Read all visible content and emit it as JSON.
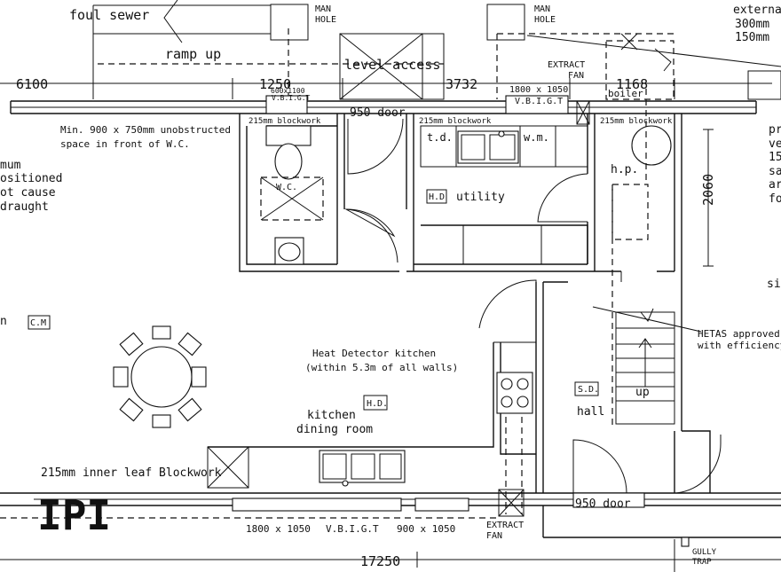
{
  "watermark": "IPI",
  "labels": {
    "foul_sewer": "foul sewer",
    "manhole_1": [
      "MAN",
      "HOLE"
    ],
    "manhole_2": [
      "MAN",
      "HOLE"
    ],
    "ramp_up": "ramp up",
    "level_access": "level access",
    "extract_fan_top": [
      "EXTRACT",
      "FAN"
    ],
    "boiler": "boiler",
    "external_note": [
      "externa",
      "300mm",
      "150mm"
    ],
    "dim_6100": "6100",
    "dim_1250": "1250",
    "dim_3732": "3732",
    "dim_1168": "1168",
    "dim_2060": "2060",
    "dim_17250": "17250",
    "window_600x100": "600x1100",
    "vbigt_wc": "V.B.I.G.T",
    "window_1800_top": "1800 x 1050",
    "vbigt_top": "V.B.I.G.T",
    "blockwork_1": "215mm blockwork",
    "blockwork_2": "215mm blockwork",
    "blockwork_3": "215mm blockwork",
    "door_950_top": "950 door",
    "wc_note": [
      "Min. 900 x 750mm unobstructed",
      "space in front of W.C."
    ],
    "left_note": [
      "mum",
      "ositioned",
      "ot cause",
      "draught"
    ],
    "td": "t.d.",
    "wm": "w.m.",
    "hp": "h.p.",
    "wc": "W.C.",
    "hd_utility": "H.D",
    "utility": "utility",
    "right_note": [
      "pr",
      "ve",
      "15",
      "sa",
      "ar",
      "fo"
    ],
    "sit": "sit",
    "n_frag": "n",
    "cm": "C.M",
    "heat_detector": [
      "Heat Detector kitchen",
      "(within 5.3m of all walls)"
    ],
    "hetas": [
      "HETAS approved",
      "with efficiency r"
    ],
    "hd_kitchen": "H.D.",
    "kitchen": [
      "kitchen",
      "dining room"
    ],
    "sd": "S.D.",
    "hall": "hall",
    "up": "up",
    "inner_leaf": "215mm inner leaf Blockwork",
    "door_950_bottom": "950 door",
    "window_1800_bottom": "1800 x 1050",
    "vbigt_bottom": "V.B.I.G.T",
    "window_900": "900 x 1050",
    "extract_fan_bottom": [
      "EXTRACT",
      "FAN"
    ],
    "gully_trap": [
      "GULLY",
      "TRAP"
    ]
  }
}
